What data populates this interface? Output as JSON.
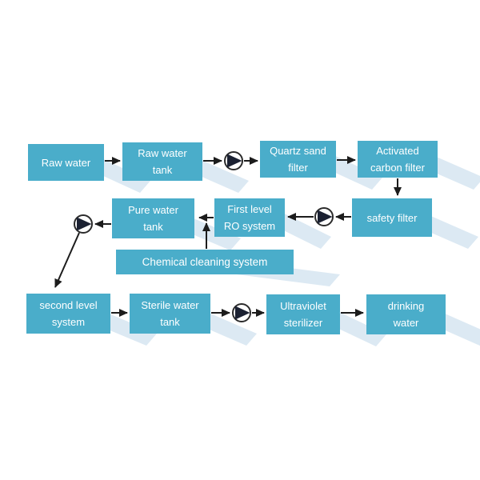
{
  "colors": {
    "background": "#ffffff",
    "box_fill": "#4aadca",
    "shadow": "#dce9f3",
    "arrow": "#1c1c1c",
    "pump_dark": "#1b2132",
    "text": "#ffffff"
  },
  "nodes": [
    {
      "id": "raw-water",
      "line1": "Raw water",
      "line2": ""
    },
    {
      "id": "raw-water-tank",
      "line1": "Raw water",
      "line2": "tank"
    },
    {
      "id": "quartz-sand-filter",
      "line1": "Quartz sand",
      "line2": "filter"
    },
    {
      "id": "activated-carbon-filter",
      "line1": "Activated",
      "line2": "carbon filter"
    },
    {
      "id": "safety-filter",
      "line1": "safety filter",
      "line2": ""
    },
    {
      "id": "first-level-ro-system",
      "line1": "First level",
      "line2": "RO system"
    },
    {
      "id": "pure-water-tank",
      "line1": "Pure water",
      "line2": "tank"
    },
    {
      "id": "chemical-cleaning-system",
      "line1": "Chemical cleaning system",
      "line2": ""
    },
    {
      "id": "second-level-system",
      "line1": "second level",
      "line2": "system"
    },
    {
      "id": "sterile-water-tank",
      "line1": "Sterile water",
      "line2": "tank"
    },
    {
      "id": "ultraviolet-sterilizer",
      "line1": "Ultraviolet",
      "line2": "sterilizer"
    },
    {
      "id": "drinking-water",
      "line1": "drinking",
      "line2": "water"
    }
  ],
  "icons": {
    "pump": "pump-icon",
    "pump_count": 4
  },
  "edges": [
    {
      "from": "raw-water",
      "to": "raw-water-tank"
    },
    {
      "from": "raw-water-tank",
      "to": "pump-1"
    },
    {
      "from": "pump-1",
      "to": "quartz-sand-filter"
    },
    {
      "from": "quartz-sand-filter",
      "to": "activated-carbon-filter"
    },
    {
      "from": "activated-carbon-filter",
      "to": "safety-filter"
    },
    {
      "from": "safety-filter",
      "to": "pump-2"
    },
    {
      "from": "pump-2",
      "to": "first-level-ro-system"
    },
    {
      "from": "first-level-ro-system",
      "to": "pure-water-tank"
    },
    {
      "from": "chemical-cleaning-system",
      "to": "first-level-ro-system"
    },
    {
      "from": "pure-water-tank",
      "to": "pump-3"
    },
    {
      "from": "pump-3",
      "to": "second-level-system"
    },
    {
      "from": "second-level-system",
      "to": "sterile-water-tank"
    },
    {
      "from": "sterile-water-tank",
      "to": "pump-4"
    },
    {
      "from": "pump-4",
      "to": "ultraviolet-sterilizer"
    },
    {
      "from": "ultraviolet-sterilizer",
      "to": "drinking-water"
    }
  ]
}
